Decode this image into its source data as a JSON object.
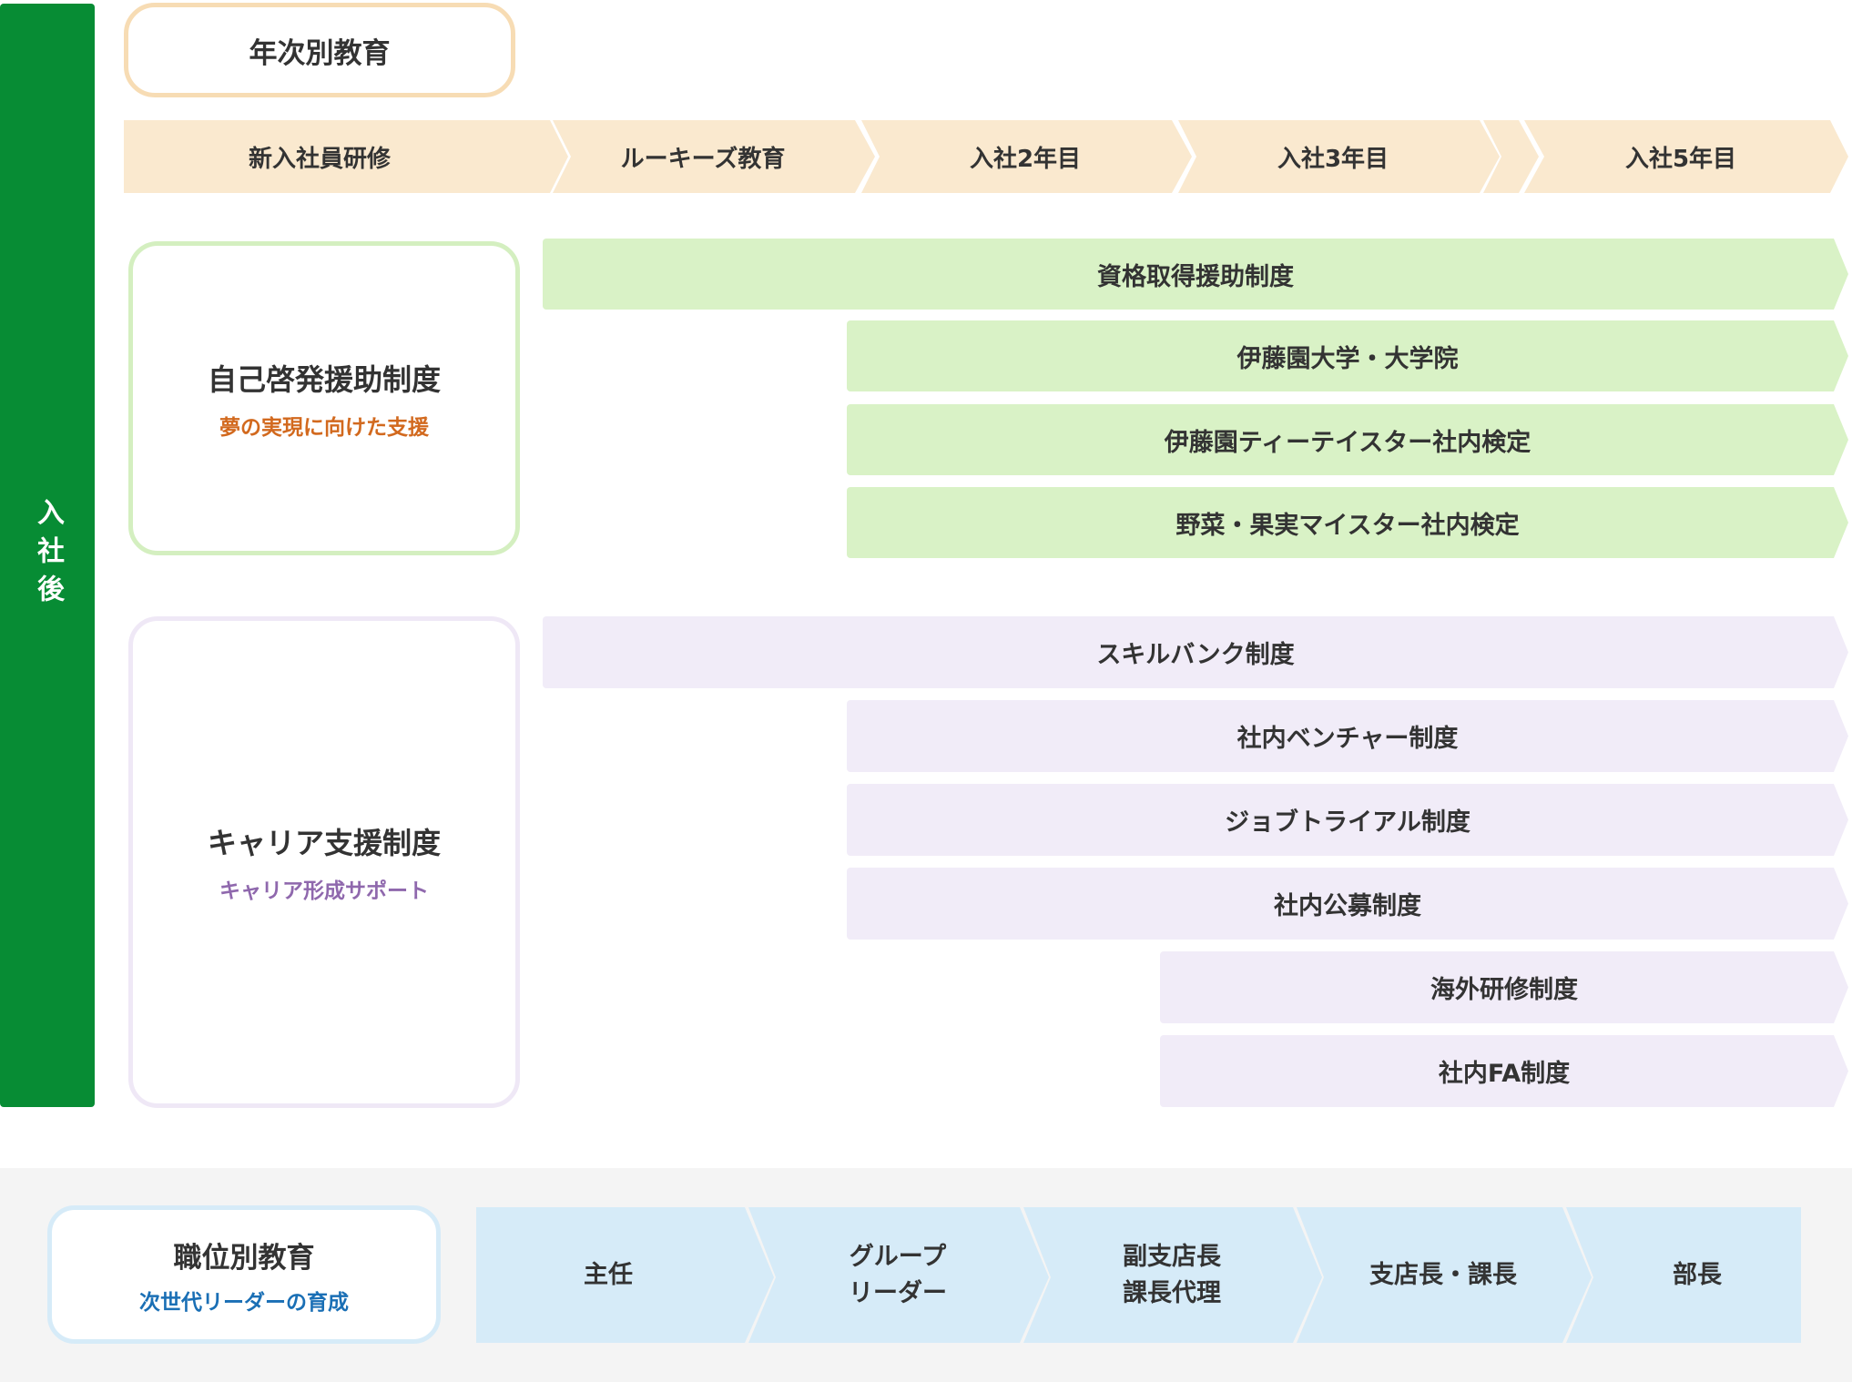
{
  "side_label": "入社後",
  "year_header": {
    "label": "年次別教育"
  },
  "timeline": [
    "新入社員研修",
    "ルーキーズ教育",
    "入社2年目",
    "入社3年目",
    "",
    "入社5年目"
  ],
  "self_dev": {
    "title": "自己啓発援助制度",
    "subtitle": "夢の実現に向けた支援",
    "items": [
      "資格取得援助制度",
      "伊藤園大学・大学院",
      "伊藤園ティーテイスター社内検定",
      "野菜・果実マイスター社内検定"
    ]
  },
  "career": {
    "title": "キャリア支援制度",
    "subtitle": "キャリア形成サポート",
    "items": [
      "スキルバンク制度",
      "社内ベンチャー制度",
      "ジョブトライアル制度",
      "社内公募制度",
      "海外研修制度",
      "社内FA制度"
    ]
  },
  "position": {
    "title": "職位別教育",
    "subtitle": "次世代リーダーの育成",
    "roles": [
      "主任",
      "グループ\nリーダー",
      "副支店長\n課長代理",
      "支店長・課長",
      "部長"
    ]
  },
  "colors": {
    "side_bar": "#078c34",
    "timeline": "#fae9cf",
    "timeline_border": "#f7dcb4",
    "self_dev": "#d9f2c6",
    "self_dev_border": "#d4efc0",
    "self_dev_subtitle": "#d2691e",
    "career": "#f1ecf8",
    "career_border": "#efe8f6",
    "career_subtitle": "#8f68ad",
    "position": "#d6ebf8",
    "position_border": "#d6ebf8",
    "position_subtitle": "#1a6fb5"
  }
}
